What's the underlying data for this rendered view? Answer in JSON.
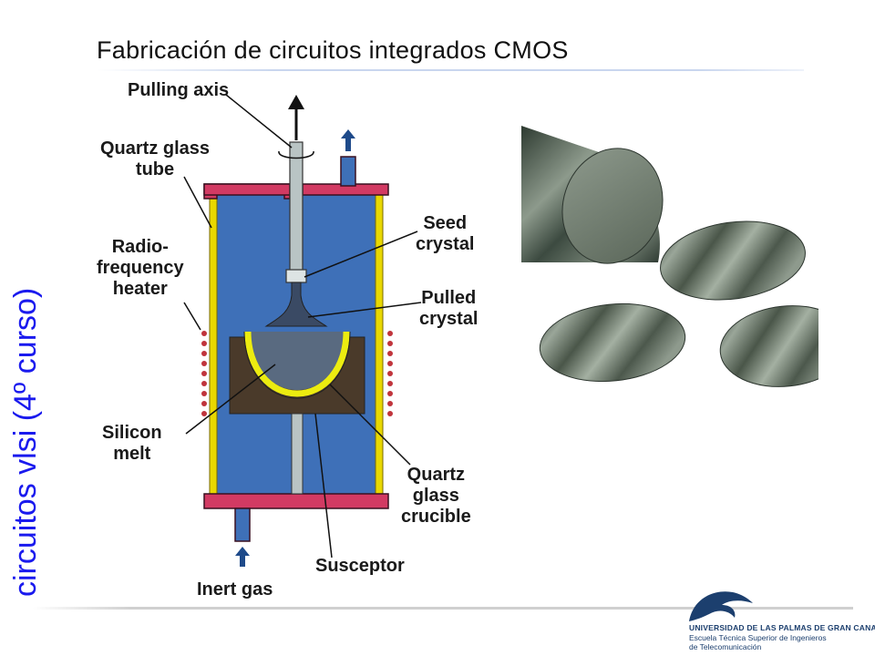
{
  "header": {
    "title": "Fabricación de circuitos integrados CMOS"
  },
  "sidebar": {
    "course_label": "circuitos vlsi (4º curso)"
  },
  "diagram": {
    "labels": {
      "pulling_axis": "Pulling axis",
      "quartz_glass_tube": "Quartz glass\ntube",
      "rf_heater": "Radio-\nfrequency\nheater",
      "seed_crystal": "Seed\ncrystal",
      "pulled_crystal": "Pulled\ncrystal",
      "silicon_melt": "Silicon\nmelt",
      "quartz_crucible": "Quartz\nglass\ncrucible",
      "susceptor": "Susceptor",
      "inert_gas": "Inert gas"
    },
    "colors": {
      "chamber_fill": "#3e70b8",
      "chamber_wall": "#e8d800",
      "end_caps": "#d23a63",
      "susceptor": "#4a3a2a",
      "crucible": "#ecec10",
      "shaft": "#b9c4c4",
      "arrow": "#1e4a8a",
      "heater_coil": "#c0343c"
    }
  },
  "footer": {
    "university": "UNIVERSIDAD DE LAS PALMAS DE GRAN CANARIA",
    "school_line1": "Escuela Técnica Superior de Ingenieros",
    "school_line2": "de Telecomunicación",
    "logo_icon": "ulpgc-logo-icon"
  }
}
